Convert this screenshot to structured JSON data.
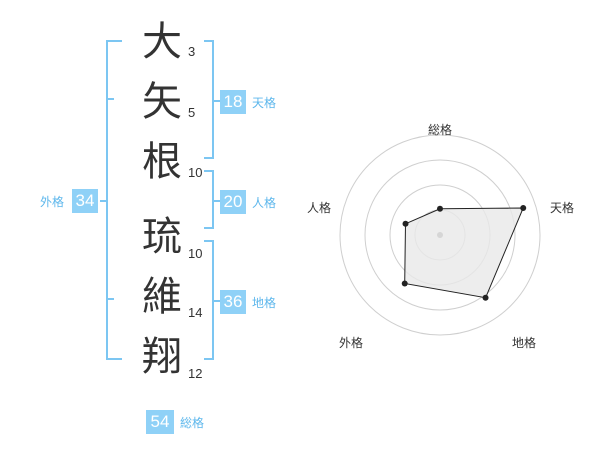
{
  "name_chars": [
    {
      "char": "大",
      "strokes": "3"
    },
    {
      "char": "矢",
      "strokes": "5"
    },
    {
      "char": "根",
      "strokes": "10"
    },
    {
      "char": "琉",
      "strokes": "10"
    },
    {
      "char": "維",
      "strokes": "14"
    },
    {
      "char": "翔",
      "strokes": "12"
    }
  ],
  "kakusu": {
    "tenkaku": {
      "value": "18",
      "label": "天格"
    },
    "jinkaku": {
      "value": "20",
      "label": "人格"
    },
    "chikaku": {
      "value": "36",
      "label": "地格"
    },
    "gaikaku": {
      "value": "34",
      "label": "外格"
    },
    "soukaku": {
      "value": "54",
      "label": "総格"
    }
  },
  "colors": {
    "bracket": "#7cc6f2",
    "badge": "#8fd1f7",
    "label": "#5db7ec"
  },
  "chart_data": {
    "type": "radar",
    "axes": [
      "総格",
      "天格",
      "地格",
      "外格",
      "人格"
    ],
    "max": 4,
    "rings": 4,
    "values": [
      1.05,
      3.5,
      3.1,
      2.4,
      1.45
    ]
  }
}
